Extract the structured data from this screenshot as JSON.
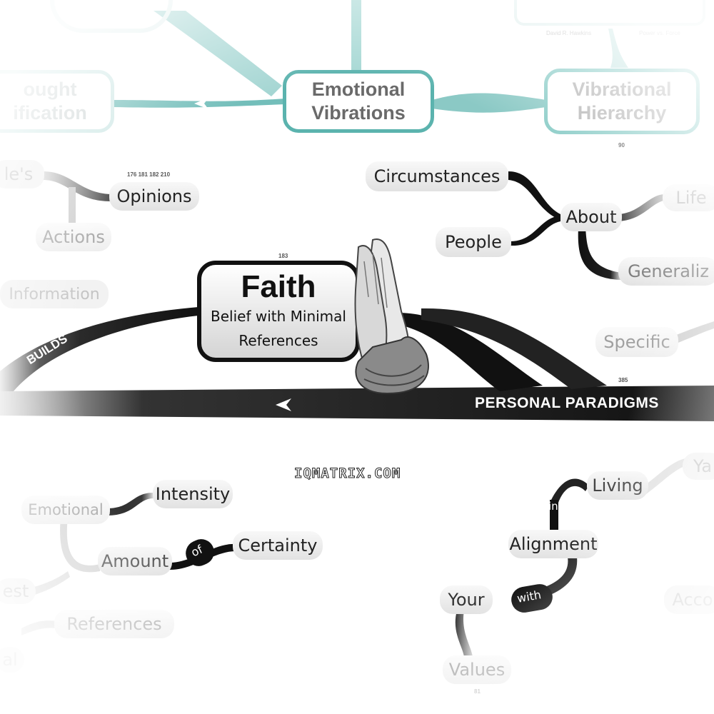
{
  "top": {
    "thought_line1": "ought",
    "thought_line2": "ification",
    "emotional_line1": "Emotional",
    "emotional_line2": "Vibrations",
    "vibrational_line1": "Vibrational",
    "vibrational_line2": "Hierarchy",
    "author_left": "David R. Hawkins",
    "author_right": "Power vs. Force",
    "page_num": "90"
  },
  "opinions_group": {
    "peoples": "le's",
    "opinions": "Opinions",
    "opinions_pages": "176 181 182 210",
    "actions": "Actions",
    "information": "Information"
  },
  "circumstances_group": {
    "circumstances": "Circumstances",
    "people": "People",
    "about": "About",
    "life": "Life",
    "generalizations": "Generaliz",
    "specific": "Specific"
  },
  "central": {
    "faith_page": "183",
    "title": "Faith",
    "subtitle_line1": "Belief with Minimal",
    "subtitle_line2": "References",
    "builds": "BUILDS",
    "paradigms": "PERSONAL PARADIGMS",
    "paradigms_page": "385"
  },
  "brand": "IQMATRIX.COM",
  "bottom_left": {
    "emotional": "Emotional",
    "intensity": "Intensity",
    "amount": "Amount",
    "of": "of",
    "certainty": "Certainty",
    "test": "est",
    "references": "References",
    "al": "al"
  },
  "bottom_right": {
    "living": "Living",
    "in": "in",
    "alignment": "Alignment",
    "with": "with",
    "your": "Your",
    "values": "Values",
    "values_page": "81",
    "ya": "Ya",
    "acco": "Acco"
  },
  "colors": {
    "teal": "#5bb3ae",
    "black": "#111111",
    "gray": "#9a9a9a"
  },
  "icons": [
    "praying-hands-icon",
    "left-arrow-icon"
  ]
}
